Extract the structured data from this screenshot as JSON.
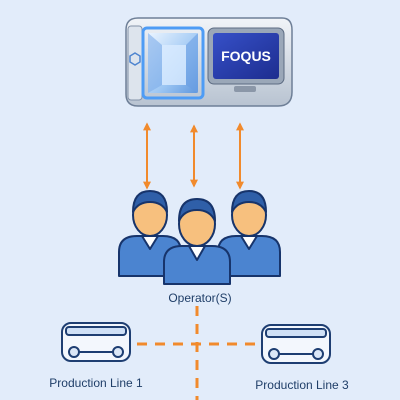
{
  "machine": {
    "brand": "FOQUS",
    "colors": {
      "body": "#cfd8e4",
      "screen": "#2a3fb4",
      "glow": "#4e9cf5"
    }
  },
  "operators": {
    "label": "Operator(S)",
    "color": "#4b84d0"
  },
  "production_lines": [
    {
      "label": "Production Line 1"
    },
    {
      "label": "Production Line 3"
    }
  ],
  "connectors": {
    "machine_to_operators": "bidirectional",
    "operators_to_lines": "dashed",
    "color": "#f18a2c"
  }
}
